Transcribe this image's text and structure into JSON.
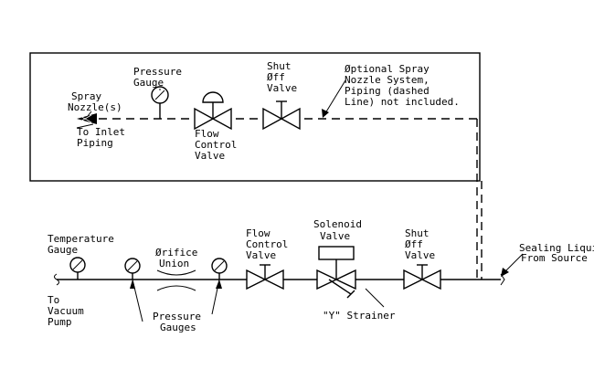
{
  "labels": {
    "pressure_gauge_top": [
      "Pressure",
      "Gauge"
    ],
    "shut_off_top": [
      "Shut",
      "Øff",
      "Valve"
    ],
    "optional_note": [
      "Øptional Spray",
      "Nozzle System,",
      "Piping (dashed",
      "Line) not included."
    ],
    "spray_nozzles": [
      "Spray",
      "Nozzle(s)"
    ],
    "to_inlet": [
      "To Inlet",
      "Piping"
    ],
    "flow_control_top": [
      "Flow",
      "Control",
      "Valve"
    ],
    "temperature_gauge": [
      "Temperature",
      "Gauge"
    ],
    "orifice_union": [
      "Ørifice",
      "Union"
    ],
    "flow_control_bottom": [
      "Flow",
      "Control",
      "Valve"
    ],
    "solenoid_valve": [
      "Solenoid",
      "Valve"
    ],
    "shut_off_bottom": [
      "Shut",
      "Øff",
      "Valve"
    ],
    "sealing_liquid": [
      "Sealing Liquid",
      "From Source"
    ],
    "to_vacuum": [
      "To",
      "Vacuum",
      "Pump"
    ],
    "pressure_gauges": [
      "Pressure",
      "Gauges"
    ],
    "y_strainer": "\"Y\" Strainer"
  }
}
